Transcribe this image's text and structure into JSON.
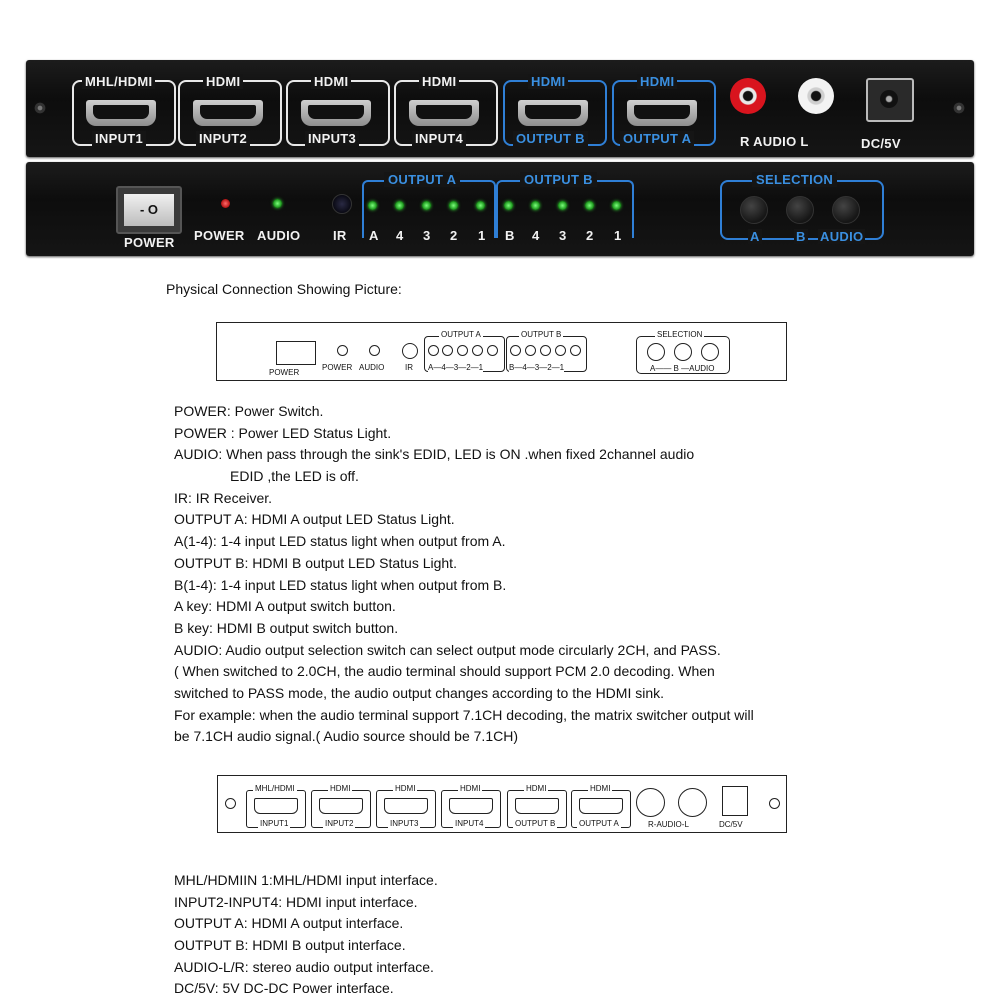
{
  "rear_panel_photo": {
    "ports": [
      {
        "top": "MHL/HDMI",
        "bottom": "INPUT1",
        "color": "#e8e8e8"
      },
      {
        "top": "HDMI",
        "bottom": "INPUT2",
        "color": "#e8e8e8"
      },
      {
        "top": "HDMI",
        "bottom": "INPUT3",
        "color": "#e8e8e8"
      },
      {
        "top": "HDMI",
        "bottom": "INPUT4",
        "color": "#e8e8e8"
      },
      {
        "top": "HDMI",
        "bottom": "OUTPUT B",
        "color": "#2f7fd6"
      },
      {
        "top": "HDMI",
        "bottom": "OUTPUT A",
        "color": "#2f7fd6"
      }
    ],
    "audio_label": "R AUDIO L",
    "dc_label": "DC/5V"
  },
  "front_panel_photo": {
    "power_switch": "- O",
    "power_label": "POWER",
    "power_led_label": "POWER",
    "audio_led_label": "AUDIO",
    "ir_label": "IR",
    "output_a_label": "OUTPUT A",
    "output_b_label": "OUTPUT B",
    "output_a_leds": [
      "A",
      "4",
      "3",
      "2",
      "1"
    ],
    "output_b_leds": [
      "B",
      "4",
      "3",
      "2",
      "1"
    ],
    "selection_label": "SELECTION",
    "selection_keys": [
      "A",
      "B",
      "AUDIO"
    ]
  },
  "heading": "Physical Connection Showing Picture:",
  "front_diagram": {
    "power_label": "POWER",
    "power_led": "POWER",
    "audio_led": "AUDIO",
    "ir": "IR",
    "output_a": "OUTPUT  A",
    "output_b": "OUTPUT  B",
    "a_row": "A—4—3—2—1",
    "b_row": "B—4—3—2—1",
    "selection": "SELECTION",
    "selection_row": "A—— B —AUDIO"
  },
  "front_descriptions": [
    "POWER: Power Switch.",
    "POWER : Power LED Status Light.",
    "AUDIO: When pass through the sink's EDID, LED is ON .when fixed 2channel audio",
    "EDID ,the LED is off.",
    "IR: IR Receiver.",
    "OUTPUT A: HDMI A output LED Status Light.",
    "A(1-4): 1-4 input LED status light when output from A.",
    "OUTPUT B: HDMI B output LED Status Light.",
    "B(1-4): 1-4 input LED status light when output from B.",
    "A key: HDMI A output switch button.",
    "B key: HDMI B output switch button.",
    "AUDIO: Audio output selection switch can select output mode circularly 2CH,  and PASS.",
    "( When switched to 2.0CH, the audio terminal should support PCM 2.0 decoding. When",
    "switched to PASS mode, the audio output changes according to the HDMI sink.",
    "For example:  when the audio terminal support 7.1CH decoding, the matrix switcher output will",
    "be 7.1CH audio signal.( Audio source should be 7.1CH)"
  ],
  "rear_diagram": {
    "ports": [
      {
        "top": "MHL/HDMI",
        "bottom": "INPUT1"
      },
      {
        "top": "HDMI",
        "bottom": "INPUT2"
      },
      {
        "top": "HDMI",
        "bottom": "INPUT3"
      },
      {
        "top": "HDMI",
        "bottom": "INPUT4"
      },
      {
        "top": "HDMI",
        "bottom": "OUTPUT B"
      },
      {
        "top": "HDMI",
        "bottom": "OUTPUT  A"
      }
    ],
    "audio": "R-AUDIO-L",
    "dc": "DC/5V"
  },
  "rear_descriptions": [
    "MHL/HDMIIN 1:MHL/HDMI input interface.",
    "INPUT2-INPUT4: HDMI input interface.",
    "OUTPUT A: HDMI A output interface.",
    "OUTPUT B: HDMI B output interface.",
    "AUDIO-L/R: stereo audio output interface.",
    "DC/5V: 5V DC-DC Power interface."
  ]
}
